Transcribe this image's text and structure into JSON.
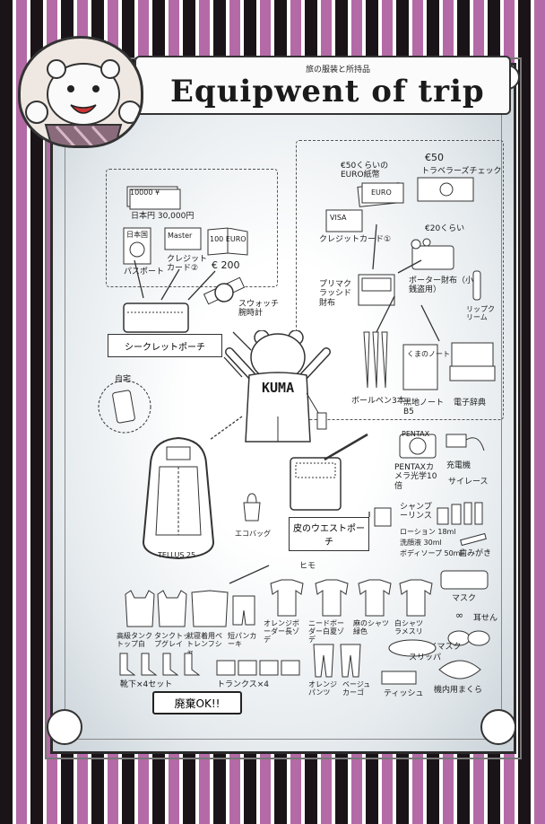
{
  "header": {
    "subtitle": "旅の服装と所持品",
    "title": "Equipwent of trip"
  },
  "left_box": {
    "cash": "日本円 30,000円",
    "cash_note": "10000 ¥",
    "passport": "パスポート",
    "passport_cover": "日本国",
    "credit_card": "クレジットカード②",
    "credit_card_brand": "Master",
    "euro_bill": "100 EURO",
    "euro_amount": "€ 200",
    "secret_pouch": "シークレットポーチ"
  },
  "right_box": {
    "euro_bills": "€50くらいのEURO紙幣",
    "euro_note": "EURO",
    "euro_value": "€50",
    "travelers_check": "トラベラーズチェック",
    "travelers_check_amount": "€50",
    "visa": "VISA",
    "credit_card_1": "クレジットカード①",
    "coin_amount": "€20くらい",
    "wallet_label": "ポーター財布（小銭盗用）",
    "prima_wallet": "プリマクラッシド財布",
    "lip_cream": "リップクリーム",
    "pens_label": "ボールペン3本",
    "notebook_label": "黒地ノートB5",
    "notebook_cover": "くまのノート",
    "dictionary_label": "電子辞典"
  },
  "middle": {
    "watch": "スウォッチ腕時計",
    "home": "自宅",
    "kuma": "KUMA",
    "camera_label": "PENTAXカメラ光学10倍",
    "camera_brand": "PENTAX",
    "charger_label": "充電機",
    "silencer_label": "サイレース",
    "waist_pouch": "皮のウエストポーチ",
    "eco_bag": "エコバッグ",
    "backpack_brand": "TELLUS 25"
  },
  "toiletries": {
    "shampoo": "シャンプーリンス",
    "lotion": "ローション 18ml",
    "face_wash": "洗顔液 30ml",
    "body_soap": "ボディソープ 50ml",
    "toothbrush": "歯みがき",
    "himo": "ヒモ",
    "mask": "マスク",
    "earplug": "耳せん",
    "earplug_mark": "∞",
    "eye_mask": "アイマスク",
    "slipper": "スリッパ",
    "tissue": "ティッシュ",
    "pillow": "機内用まくら"
  },
  "clothes": {
    "tank_top_white": "高級タンクトップ白",
    "tank_top_gray": "タンクトップグレイ",
    "pajamas": "就寝着用ペトレンフシャ",
    "shorts": "短パンカーキ",
    "orange_border": "オレンジボーダー長ゾデ",
    "navy_border": "ニードボーダー白夏ゾデ",
    "linen_shirt": "麻のシャツ緑色",
    "white_shirt": "白シャツ ラメスリ",
    "socks": "靴下×4セット",
    "trunks": "トランクス×4",
    "orange_pants": "オレンジパンツ",
    "beige_cargo": "ベージュカーゴ"
  },
  "discard_label": "廃棄OK!!",
  "colors": {
    "stripe_black": "#1a1418",
    "stripe_purple": "#b46aa6",
    "frame_bg": "#eef2f4",
    "ink": "#1a1a1a"
  }
}
